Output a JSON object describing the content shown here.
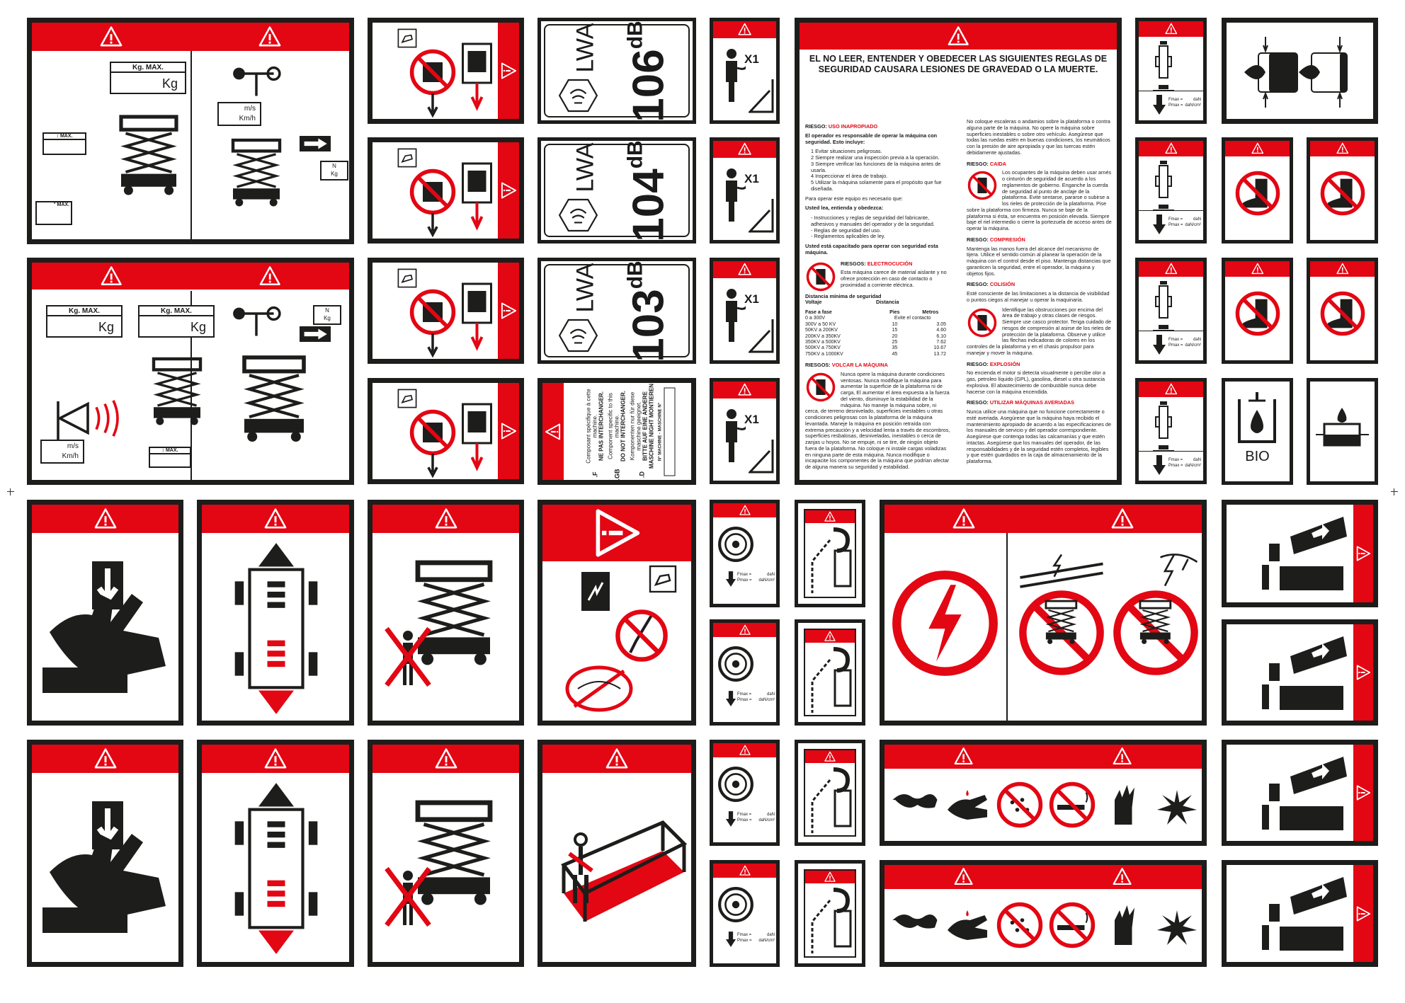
{
  "colors": {
    "safety_red": "#e30613",
    "black": "#1d1d1b",
    "white": "#ffffff"
  },
  "icons": [
    "warning-triangle-icon",
    "hand-crush-icon",
    "scissor-lift-icon",
    "anemometer-icon",
    "prohibition-icon",
    "boot-icon",
    "harness-icon",
    "jack-icon",
    "oil-drop-icon",
    "lightning-icon",
    "no-water-jet-icon",
    "gloves-icon",
    "goggles-icon",
    "no-smoking-icon",
    "explosion-icon",
    "arm-crush-icon"
  ],
  "load_wind": {
    "kg_max": "Kg. MAX.",
    "kg": "Kg",
    "height_max": "↕ MAX.",
    "slope_max": "° MAX.",
    "wind_units": [
      "m/s",
      "Km/h"
    ],
    "force_units": [
      "N",
      "Kg"
    ]
  },
  "noise": [
    {
      "label": "LWA",
      "value": "106",
      "unit": "dB"
    },
    {
      "label": "LWA",
      "value": "104",
      "unit": "dB"
    },
    {
      "label": "LWA",
      "value": "103",
      "unit": "dB"
    }
  ],
  "component": {
    "lines": [
      {
        "lang": ".F",
        "text": "Composant spécifique à cette machine.",
        "strong": "NE PAS INTERCHANGER."
      },
      {
        "lang": ".GB",
        "text": "Component specific to this machine.",
        "strong": "DO NOT INTERCHANGER."
      },
      {
        "lang": ".D",
        "text": "Komponenten nur für diese maschine geeignet.",
        "strong": "BITTE AUF EINE ANDERE MASCHINE NIGHT MONTIEREN"
      }
    ],
    "machine_no": "N° MACHINE - MASCHINE N°"
  },
  "harness": {
    "count": "X1"
  },
  "jack": {
    "fmax": "Fmax =",
    "fmax_unit": "daN",
    "pmax": "Pmax =",
    "pmax_unit": "daN/cm²"
  },
  "bio": {
    "label": "BIO"
  },
  "safety_rules": {
    "headline": "EL NO LEER, ENTENDER Y OBEDECER LAS SIGUIENTES REGLAS DE SEGURIDAD CAUSARA LESIONES DE GRAVEDAD O LA MUERTE.",
    "left": [
      {
        "type": "h",
        "prefix": "RIESGO:",
        "title": "USO INAPROPIADO"
      },
      {
        "type": "pb",
        "text": "El operador es responsable de operar la máquina con seguridad. Esto incluye:"
      },
      {
        "type": "list",
        "items": [
          "1  Evitar situaciones peligrosas.",
          "2  Siempre realizar una inspección previa a la operación.",
          "3  Siempre verificar las funciones de la máquina antes de usarla.",
          "4  Inspeccionar el área de trabajo.",
          "5  Utilizar la máquina solamente para el propósito que fue diseñada."
        ]
      },
      {
        "type": "p",
        "text": "Para operar este equipo es necesario que:"
      },
      {
        "type": "pb",
        "text": "Usted lea, entienda y obedezca:"
      },
      {
        "type": "list",
        "items": [
          "- Instrucciones y reglas de seguridad del fabricante, adhesivos y manuales del operador y de la seguridad.",
          "- Reglas de seguridad del uso.",
          "- Reglamentos aplicables de ley."
        ]
      },
      {
        "type": "pb",
        "text": "Usted está capacitado para operar con seguridad esta máquina."
      },
      {
        "type": "h",
        "prefix": "RIESGOS:",
        "title": "ELECTROCUCIÓN",
        "icon": true
      },
      {
        "type": "p",
        "text": "Esta máquina carece de material aislante y no ofrece protección en caso de contacto o proximidad a corriente eléctrica."
      },
      {
        "type": "table",
        "caption": "Distancia mínima de seguridad",
        "col_voltage": "Voltaje",
        "col_distance": "Distancia",
        "headers": [
          "Fase a fase",
          "Pies",
          "Metros"
        ],
        "rows": [
          [
            "0 a 300V",
            "Evite el contacto",
            ""
          ],
          [
            "300V a 50 KV",
            "10",
            "3.05"
          ],
          [
            "50KV a 200KV",
            "15",
            "4.60"
          ],
          [
            "200KV a 350KV",
            "20",
            "6.10"
          ],
          [
            "350KV a 500KV",
            "25",
            "7.62"
          ],
          [
            "500KV a 750KV",
            "35",
            "10.67"
          ],
          [
            "750KV a 1000KV",
            "45",
            "13.72"
          ]
        ]
      },
      {
        "type": "h",
        "prefix": "RIESGOS:",
        "title": "VOLCAR LA MÁQUINA"
      },
      {
        "type": "p",
        "icon": true,
        "text": "Nunca opere la máquina durante condiciones ventosas. Nunca modifique la máquina para aumentar la superficie de la plataforma ni de carga, El aumentar el área expuesta a la fuerza del viento, disminuye la estabilidad de la máquina. No maneje la máquina sobre, ni cerca, de terreno desnivelado, superficies inestables u otras condiciones peligrosas con la plataforma de la máquina levantada. Maneje la máquina en posición retraída con extrema precaución y a velocidad lenta a través de escombros, superficies resbalosas, desniveladas, inestables o cerca de zanjas u hoyos. No se empuje, ni se tire, de ningún objeto fuera de la plataforma. No coloque ni instale cargas voladizas en ninguna parte de esta máquina. Nunca modifique o incapacite los componentes de la máquina que podrían afectar de alguna manera su seguridad y estabilidad."
      }
    ],
    "right": [
      {
        "type": "p",
        "text": "No coloque escaleras o andamios sobre la plataforma o contra alguna parte de la máquina. No opere la máquina sobre superficies inestables o sobre otro vehículo. Asegúrese que todas las ruedas estén en buenas condiciones, los neumáticos con la presión de aire apropiada y que las tuercas estén debidamente ajustadas."
      },
      {
        "type": "h",
        "prefix": "RIESGO:",
        "title": "CAIDA"
      },
      {
        "type": "p",
        "icon": true,
        "text": "Los ocupantes de la máquina deben usar arnés o cinturón de seguridad de acuerdo a los reglamentos de gobierno. Enganche la cuerda de seguridad al punto de anclaje de la plataforma. Evite sentarse, pararse o subirse a los rieles de protección de la plataforma. Pise sobre la plataforma con firmeza. Nunca se baje de la plataforma si ésta, se encuentra en posición elevada. Siempre baje el riel intermedio o cierre la portezuela de acceso antes de operar la máquina."
      },
      {
        "type": "h",
        "prefix": "RIESGO:",
        "title": "COMPRESIÓN"
      },
      {
        "type": "p",
        "text": "Mantenga las manos fuera del alcance del mecanismo de tijera. Utilice el sentido común al planear la operación de la máquina con el control desde el piso. Mantenga distancias que garanticen la seguridad, entre el operador, la máquina y objetos fijos."
      },
      {
        "type": "h",
        "prefix": "RIESGO:",
        "title": "COLISIÓN"
      },
      {
        "type": "p",
        "text": "Esté consciente de las limitaciones a la distancia de visibilidad o puntos ciegos al manejar u operar la maquinaria."
      },
      {
        "type": "p",
        "icon": true,
        "text": "Identifique las obstrucciones por encima del área de trabajo y otras clases de riesgos. Siempre use casco protector. Tenga cuidado de riesgos de compresión al asirse de los rieles de protección de la plataforma. Observe y utilice las flechas indicadoras de colores en los controles de la plataforma y en el chasis propulsor para manejar y mover la máquina."
      },
      {
        "type": "h",
        "prefix": "RIESGO:",
        "title": "EXPLOSIÓN"
      },
      {
        "type": "p",
        "text": "No encienda el motor si detecta visualmente o percibe olor a gas, petroleo líquido (GPL), gasolina, diesel u otra sustancia explosiva. El abastecimiento de combustible nunca debe hacerse con la máquina encendida."
      },
      {
        "type": "h",
        "prefix": "RIESGO:",
        "title": "UTILIZAR MÁQUINAS AVERIADAS"
      },
      {
        "type": "p",
        "text": "Nunca utilice una máquina que no funcione correctamente o esté averiada. Asegúrese que la máquina haya recibido el mantenimiento apropiado de acuerdo a las especificaciones de los manuales de servicio y del operador correspondiente. Asegúrese que contenga todas las calcamanías y que estén intactas. Asegúrese que los manuales del operador, de las responsabilidades y de la seguridad estén completos, legibles y que estén guardados en la caja de almacenamiento de la plataforma."
      }
    ]
  }
}
